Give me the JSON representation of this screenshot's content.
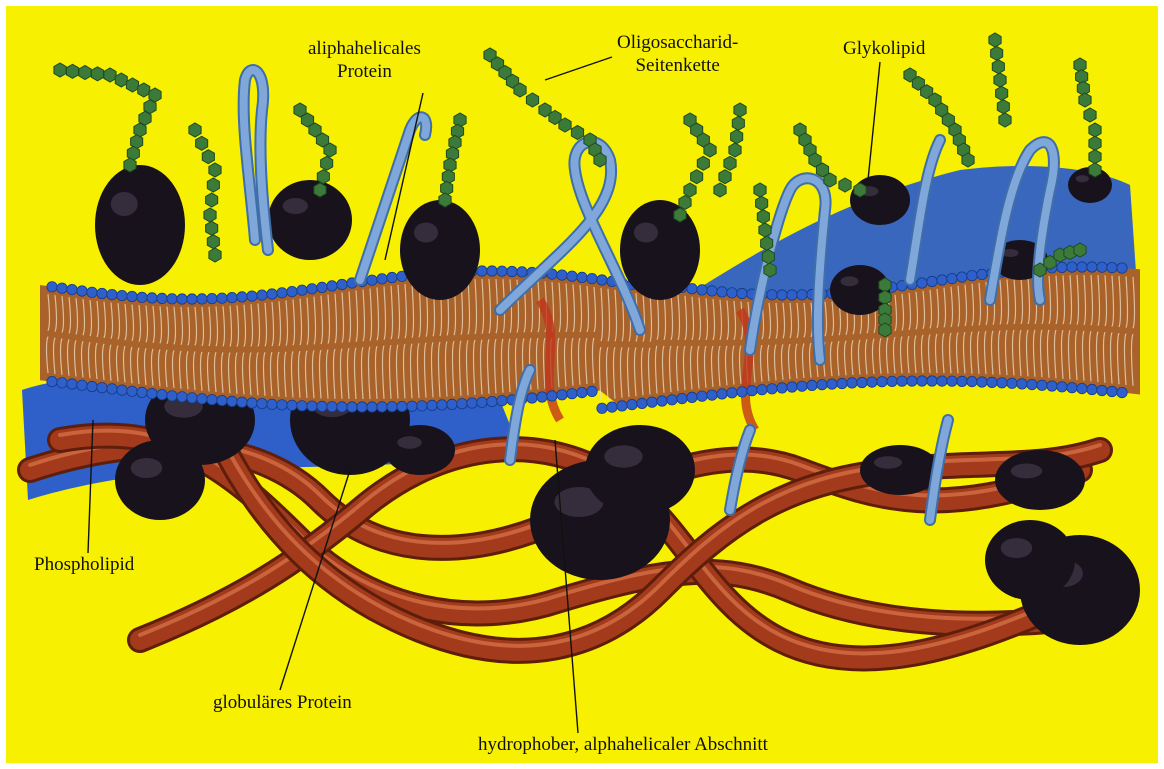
{
  "figure": {
    "colors": {
      "background": "#f7f000",
      "lipid_head": "#2f5fc8",
      "lipid_tail": "#a8622a",
      "protein_dark": "#17121c",
      "fiber": "#a33a1c",
      "sugar": "#3c7a3a",
      "helix": "#7fa7d9"
    },
    "labels": {
      "alpha_protein_line1": "aliphahelicales",
      "alpha_protein_line2": "Protein",
      "oligo_line1": "Oligosaccharid-",
      "oligo_line2": "Seitenkette",
      "glykolipid": "Glykolipid",
      "phospholipid": "Phospholipid",
      "globular_protein": "globuläres Protein",
      "hydrophobic_section": "hydrophober, alphahelicaler Abschnitt"
    },
    "icons": {
      "sugar_unit": "hexagon",
      "lipid_head": "circle"
    }
  }
}
